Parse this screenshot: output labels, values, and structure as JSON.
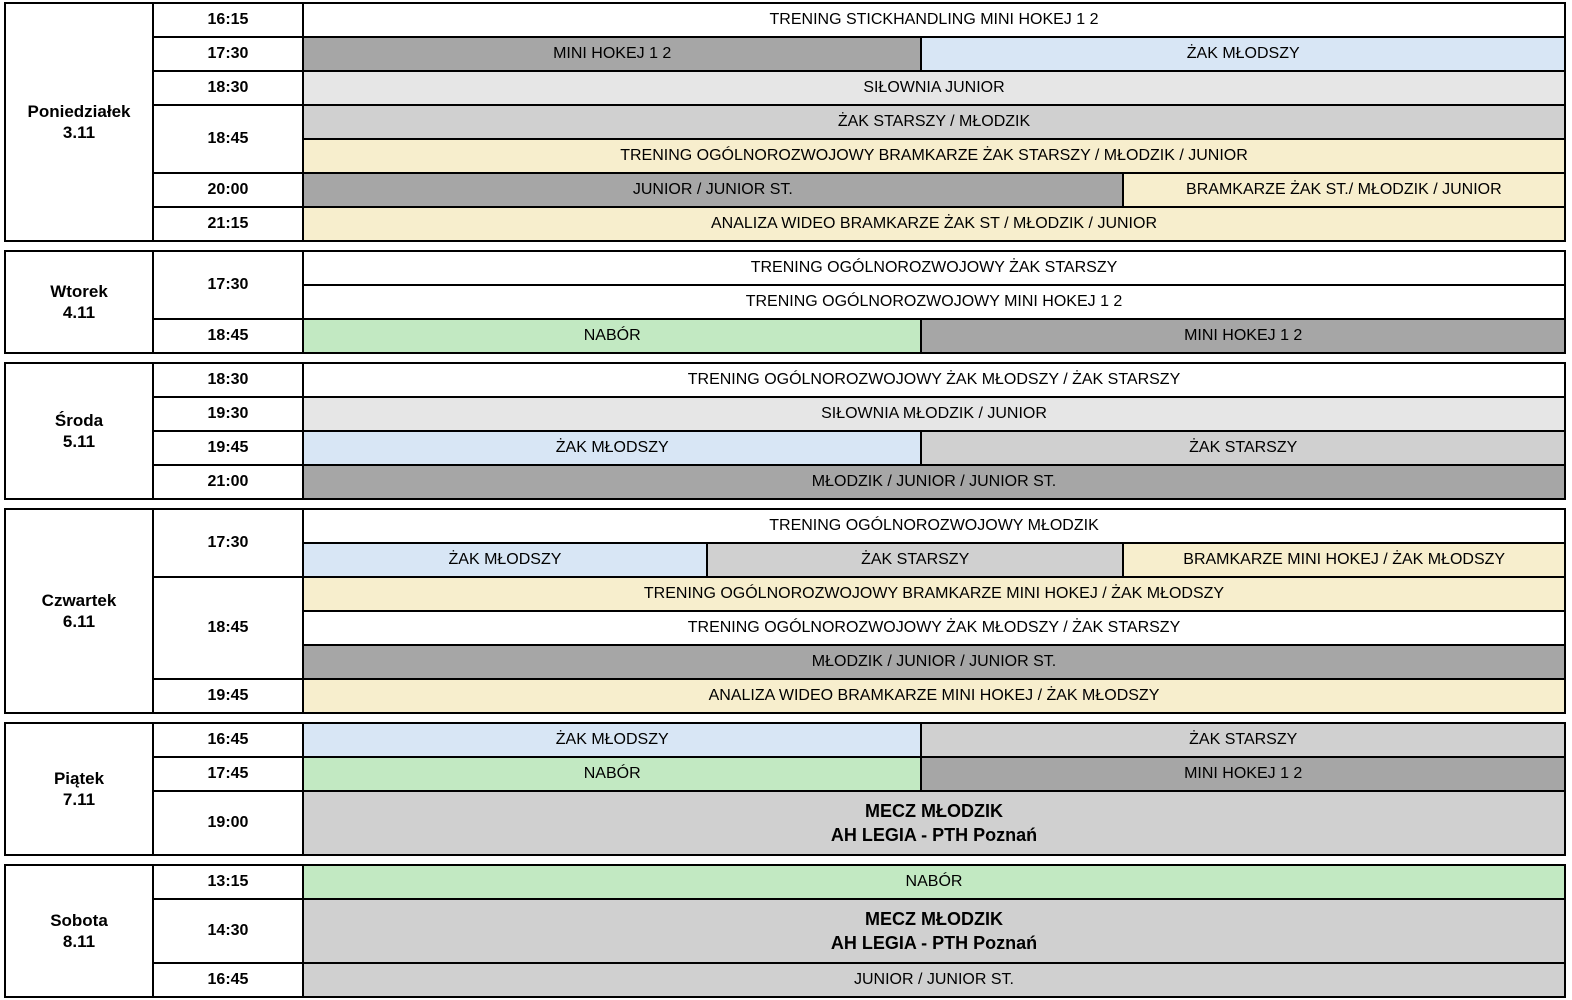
{
  "colors": {
    "white": "#ffffff",
    "gray_light": "#e6e6e6",
    "gray_mid": "#d0d0d0",
    "gray_dark": "#a6a6a6",
    "cream": "#f7eecd",
    "green": "#c2e9c2",
    "blue": "#d8e6f5",
    "border": "#000000"
  },
  "days": [
    {
      "name": "Poniedziałek",
      "date": "3.11",
      "slots": [
        {
          "time": "16:15",
          "lines": [
            {
              "cells": [
                {
                  "label": "TRENING STICKHANDLING MINI HOKEJ 1 2",
                  "bg": "white",
                  "flex": 100
                }
              ]
            }
          ]
        },
        {
          "time": "17:30",
          "lines": [
            {
              "cells": [
                {
                  "label": "MINI HOKEJ 1 2",
                  "bg": "gray_dark",
                  "flex": 49
                },
                {
                  "label": "ŻAK MŁODSZY",
                  "bg": "blue",
                  "flex": 51
                }
              ]
            }
          ]
        },
        {
          "time": "18:30",
          "lines": [
            {
              "cells": [
                {
                  "label": "SIŁOWNIA JUNIOR",
                  "bg": "gray_light",
                  "flex": 100
                }
              ]
            }
          ]
        },
        {
          "time": "18:45",
          "lines": [
            {
              "cells": [
                {
                  "label": "ŻAK STARSZY / MŁODZIK",
                  "bg": "gray_mid",
                  "flex": 100
                }
              ]
            },
            {
              "cells": [
                {
                  "label": "TRENING OGÓLNOROZWOJOWY BRAMKARZE ŻAK STARSZY / MŁODZIK / JUNIOR",
                  "bg": "cream",
                  "flex": 100
                }
              ]
            }
          ]
        },
        {
          "time": "20:00",
          "lines": [
            {
              "cells": [
                {
                  "label": "JUNIOR / JUNIOR ST.",
                  "bg": "gray_dark",
                  "flex": 65
                },
                {
                  "label": "BRAMKARZE ŻAK ST./ MŁODZIK / JUNIOR",
                  "bg": "cream",
                  "flex": 35
                }
              ]
            }
          ]
        },
        {
          "time": "21:15",
          "lines": [
            {
              "cells": [
                {
                  "label": "ANALIZA WIDEO BRAMKARZE ŻAK ST / MŁODZIK  / JUNIOR",
                  "bg": "cream",
                  "flex": 100
                }
              ]
            }
          ]
        }
      ]
    },
    {
      "name": "Wtorek",
      "date": "4.11",
      "slots": [
        {
          "time": "17:30",
          "lines": [
            {
              "cells": [
                {
                  "label": "TRENING OGÓLNOROZWOJOWY  ŻAK STARSZY",
                  "bg": "white",
                  "flex": 100
                }
              ]
            },
            {
              "cells": [
                {
                  "label": "TRENING OGÓLNOROZWOJOWY MINI HOKEJ 1 2",
                  "bg": "white",
                  "flex": 100
                }
              ]
            }
          ]
        },
        {
          "time": "18:45",
          "lines": [
            {
              "cells": [
                {
                  "label": "NABÓR",
                  "bg": "green",
                  "flex": 49
                },
                {
                  "label": "MINI HOKEJ 1 2",
                  "bg": "gray_dark",
                  "flex": 51
                }
              ]
            }
          ]
        }
      ]
    },
    {
      "name": "Środa",
      "date": "5.11",
      "slots": [
        {
          "time": "18:30",
          "lines": [
            {
              "cells": [
                {
                  "label": "TRENING OGÓLNOROZWOJOWY ŻAK MŁODSZY / ŻAK STARSZY",
                  "bg": "white",
                  "flex": 100
                }
              ]
            }
          ]
        },
        {
          "time": "19:30",
          "lines": [
            {
              "cells": [
                {
                  "label": "SIŁOWNIA MŁODZIK / JUNIOR",
                  "bg": "gray_light",
                  "flex": 100
                }
              ]
            }
          ]
        },
        {
          "time": "19:45",
          "lines": [
            {
              "cells": [
                {
                  "label": "ŻAK MŁODSZY",
                  "bg": "blue",
                  "flex": 49
                },
                {
                  "label": "ŻAK STARSZY",
                  "bg": "gray_mid",
                  "flex": 51
                }
              ]
            }
          ]
        },
        {
          "time": "21:00",
          "lines": [
            {
              "cells": [
                {
                  "label": "MŁODZIK / JUNIOR / JUNIOR ST.",
                  "bg": "gray_dark",
                  "flex": 100
                }
              ]
            }
          ]
        }
      ]
    },
    {
      "name": "Czwartek",
      "date": "6.11",
      "slots": [
        {
          "time": "17:30",
          "lines": [
            {
              "cells": [
                {
                  "label": "TRENING OGÓLNOROZWOJOWY MŁODZIK",
                  "bg": "white",
                  "flex": 100
                }
              ]
            },
            {
              "cells": [
                {
                  "label": "ŻAK MŁODSZY",
                  "bg": "blue",
                  "flex": 32
                },
                {
                  "label": "ŻAK STARSZY",
                  "bg": "gray_mid",
                  "flex": 33
                },
                {
                  "label": "BRAMKARZE MINI HOKEJ / ŻAK MŁODSZY",
                  "bg": "cream",
                  "flex": 35
                }
              ]
            }
          ]
        },
        {
          "time": "18:45",
          "lines": [
            {
              "cells": [
                {
                  "label": "TRENING OGÓLNOROZWOJOWY BRAMKARZE MINI HOKEJ / ŻAK MŁODSZY",
                  "bg": "cream",
                  "flex": 100
                }
              ]
            },
            {
              "cells": [
                {
                  "label": "TRENING OGÓLNOROZWOJOWY ŻAK MŁODSZY / ŻAK STARSZY",
                  "bg": "white",
                  "flex": 100
                }
              ]
            },
            {
              "cells": [
                {
                  "label": "MŁODZIK / JUNIOR / JUNIOR ST.",
                  "bg": "gray_dark",
                  "flex": 100
                }
              ]
            }
          ]
        },
        {
          "time": "19:45",
          "lines": [
            {
              "cells": [
                {
                  "label": "ANALIZA WIDEO BRAMKARZE MINI HOKEJ / ŻAK MŁODSZY",
                  "bg": "cream",
                  "flex": 100
                }
              ]
            }
          ]
        }
      ]
    },
    {
      "name": "Piątek",
      "date": "7.11",
      "slots": [
        {
          "time": "16:45",
          "lines": [
            {
              "cells": [
                {
                  "label": "ŻAK MŁODSZY",
                  "bg": "blue",
                  "flex": 49
                },
                {
                  "label": "ŻAK STARSZY",
                  "bg": "gray_mid",
                  "flex": 51
                }
              ]
            }
          ]
        },
        {
          "time": "17:45",
          "lines": [
            {
              "cells": [
                {
                  "label": "NABÓR",
                  "bg": "green",
                  "flex": 49
                },
                {
                  "label": "MINI HOKEJ 1 2",
                  "bg": "gray_dark",
                  "flex": 51
                }
              ]
            }
          ]
        },
        {
          "time": "19:00",
          "lines": [
            {
              "cells": [
                {
                  "label": "MECZ MŁODZIK",
                  "label2": "AH LEGIA - PTH Poznań",
                  "bg": "gray_mid",
                  "flex": 100,
                  "match": true
                }
              ]
            }
          ]
        }
      ]
    },
    {
      "name": "Sobota",
      "date": "8.11",
      "slots": [
        {
          "time": "13:15",
          "lines": [
            {
              "cells": [
                {
                  "label": "NABÓR",
                  "bg": "green",
                  "flex": 100
                }
              ]
            }
          ]
        },
        {
          "time": "14:30",
          "lines": [
            {
              "cells": [
                {
                  "label": "MECZ MŁODZIK",
                  "label2": "AH LEGIA - PTH Poznań",
                  "bg": "gray_mid",
                  "flex": 100,
                  "match": true
                }
              ]
            }
          ]
        },
        {
          "time": "16:45",
          "lines": [
            {
              "cells": [
                {
                  "label": "JUNIOR / JUNIOR ST.",
                  "bg": "gray_mid",
                  "flex": 100
                }
              ]
            }
          ]
        }
      ]
    }
  ]
}
